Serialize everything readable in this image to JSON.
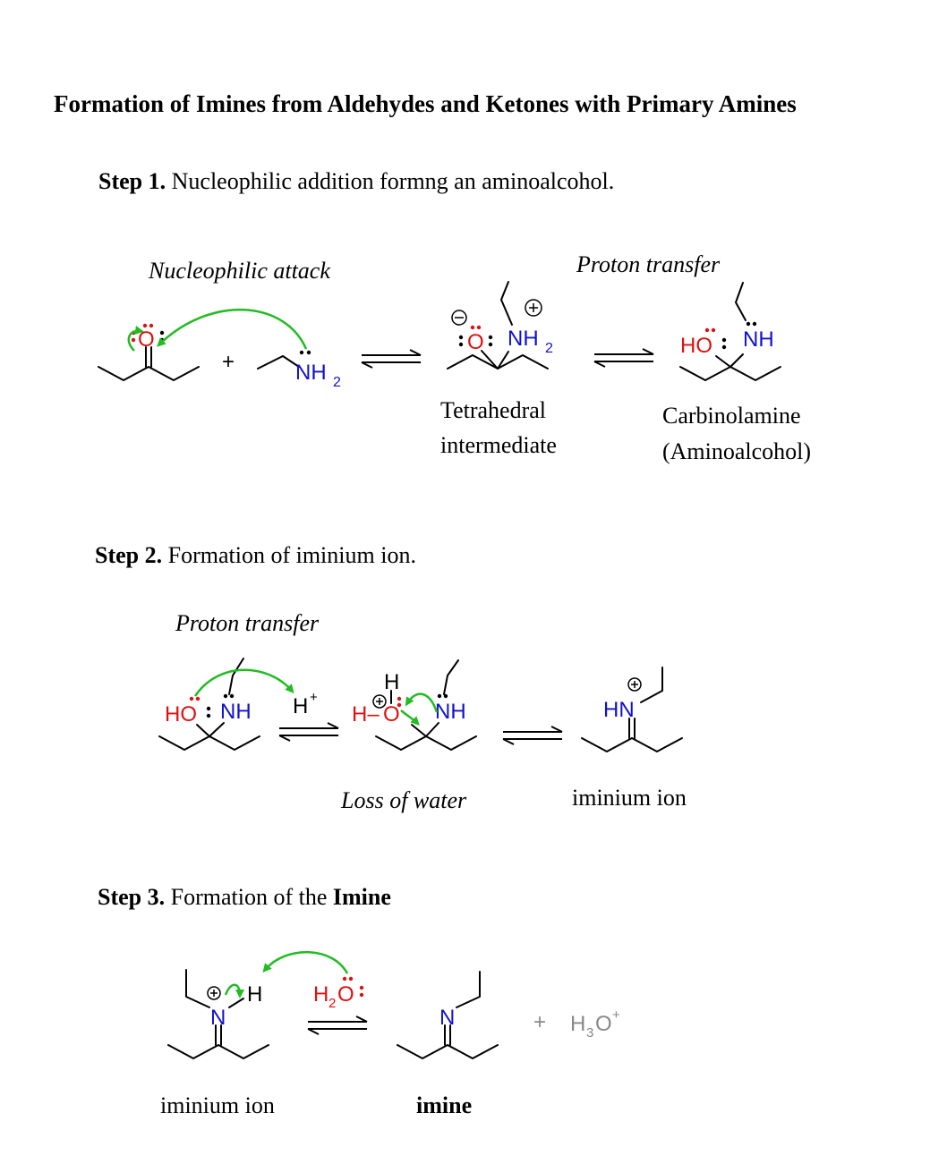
{
  "title": "Formation of Imines from Aldehydes and Ketones with Primary Amines",
  "step1": {
    "heading": "Step 1.",
    "text": "Nucleophilic addition formng an aminoalcohol.",
    "label_attack": "Nucleophilic attack",
    "label_proton": "Proton transfer",
    "caption_tetra_1": "Tetrahedral",
    "caption_tetra_2": "intermediate",
    "caption_carb_1": "Carbinolamine",
    "caption_carb_2": "(Aminoalcohol)"
  },
  "step2": {
    "heading": "Step 2.",
    "text": "Formation of iminium ion.",
    "label_proton": "Proton transfer",
    "label_water": "Loss of water",
    "caption_iminium": "iminium ion"
  },
  "step3": {
    "heading": "Step 3.",
    "text_plain": "Formation of the",
    "text_bold": "Imine",
    "caption_iminium": "iminium ion",
    "caption_imine": "imine"
  },
  "atoms": {
    "O": "O",
    "N": "N",
    "NH": "NH",
    "NH2": "NH",
    "sub2": "2",
    "HO": "HO",
    "H": "H",
    "HN": "HN",
    "plus": "+",
    "H_plus": "H",
    "sup_plus": "+",
    "H2O_H": "H",
    "H2O_2": "2",
    "H2O_O": "O",
    "H3O_H": "H",
    "H3O_3": "3",
    "H3O_O": "O",
    "H3O_plus": "+",
    "H_minus_O": "H–"
  },
  "colors": {
    "oxygen": "#dd1111",
    "nitrogen": "#1111cc",
    "arrow": "#22bb22",
    "byproduct": "#888888"
  }
}
